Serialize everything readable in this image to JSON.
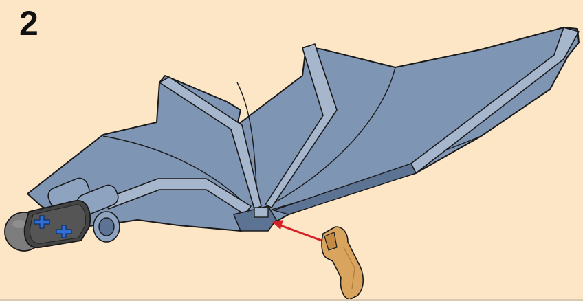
{
  "step": {
    "number": "2"
  },
  "colors": {
    "background": "#fde6c6",
    "wing": "#7f95b4",
    "wing_dark": "#5d7393",
    "wing_light": "#a6b6cc",
    "outline": "#1a1a1a",
    "beam": "#444444",
    "ball": "#7d7d7d",
    "axle_hole": "#2f6fd6",
    "clip": "#d9a45e",
    "arrow": "#d62027"
  },
  "parts": [
    {
      "name": "bat-wing",
      "icon": "bat-wing-icon"
    },
    {
      "name": "ball-joint",
      "icon": "ball-joint-icon"
    },
    {
      "name": "liftarm-with-axle-holes",
      "icon": "axle-hole-icon"
    },
    {
      "name": "bar-clip",
      "icon": "clip-icon"
    }
  ]
}
